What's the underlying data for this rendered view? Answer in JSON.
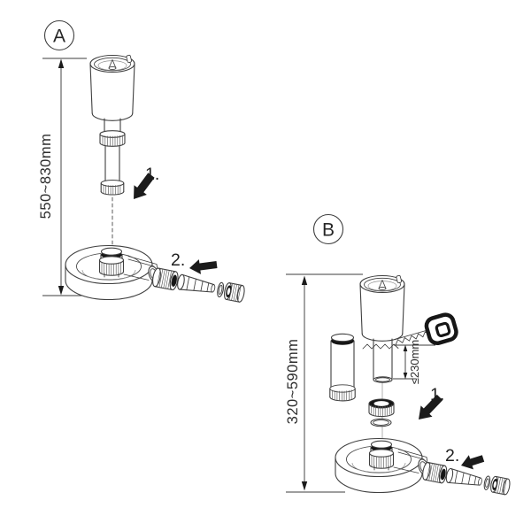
{
  "figure": {
    "colors": {
      "background": "#ffffff",
      "line": "#3f3f3f",
      "ink": "#161616",
      "text": "#262626"
    },
    "icons": {
      "saw": "saw-icon",
      "step_arrow": "bold-black-arrow-icon",
      "dimension_arrow": "triangle-arrowhead-icon"
    }
  },
  "panel_a": {
    "label": "A",
    "height_range_label": "550~830mm",
    "step_1_label": "1.",
    "step_2_label": "2."
  },
  "panel_b": {
    "label": "B",
    "height_range_label": "320~590mm",
    "max_tube_cut_label": "≤230mm",
    "step_1_label": "1.",
    "step_2_label": "2."
  }
}
